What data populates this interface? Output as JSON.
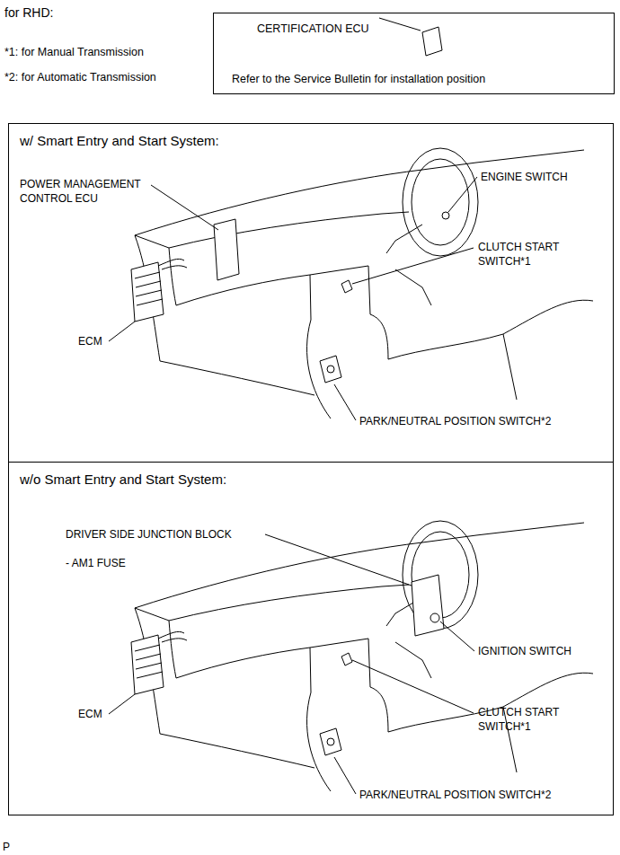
{
  "diagram": {
    "title": "for RHD:",
    "nodes": [
      {
        "text": [
          "CERTIFICATION ECU",
          "Refer to the Service Bulletin for installation position"
        ]
      },
      {
        "text": [
          "w/ Smart Entry and Start System:"
        ]
      },
      {
        "text": [
          "w/o Smart Entry and Start System:"
        ]
      }
    ],
    "labels": [
      "*1: for Manual Transmission",
      "*2: for Automatic Transmission",
      "POWER MANAGEMENT CONTROL ECU",
      "ENGINE SWITCH",
      "CLUTCH START SWITCH*1",
      "ECM",
      "PARK/NEUTRAL POSITION SWITCH*2",
      "DRIVER SIDE JUNCTION BLOCK",
      "- AM1 FUSE",
      "IGNITION SWITCH",
      "CLUTCH START SWITCH*1",
      "ECM",
      "PARK/NEUTRAL POSITION SWITCH*2",
      "P"
    ]
  }
}
